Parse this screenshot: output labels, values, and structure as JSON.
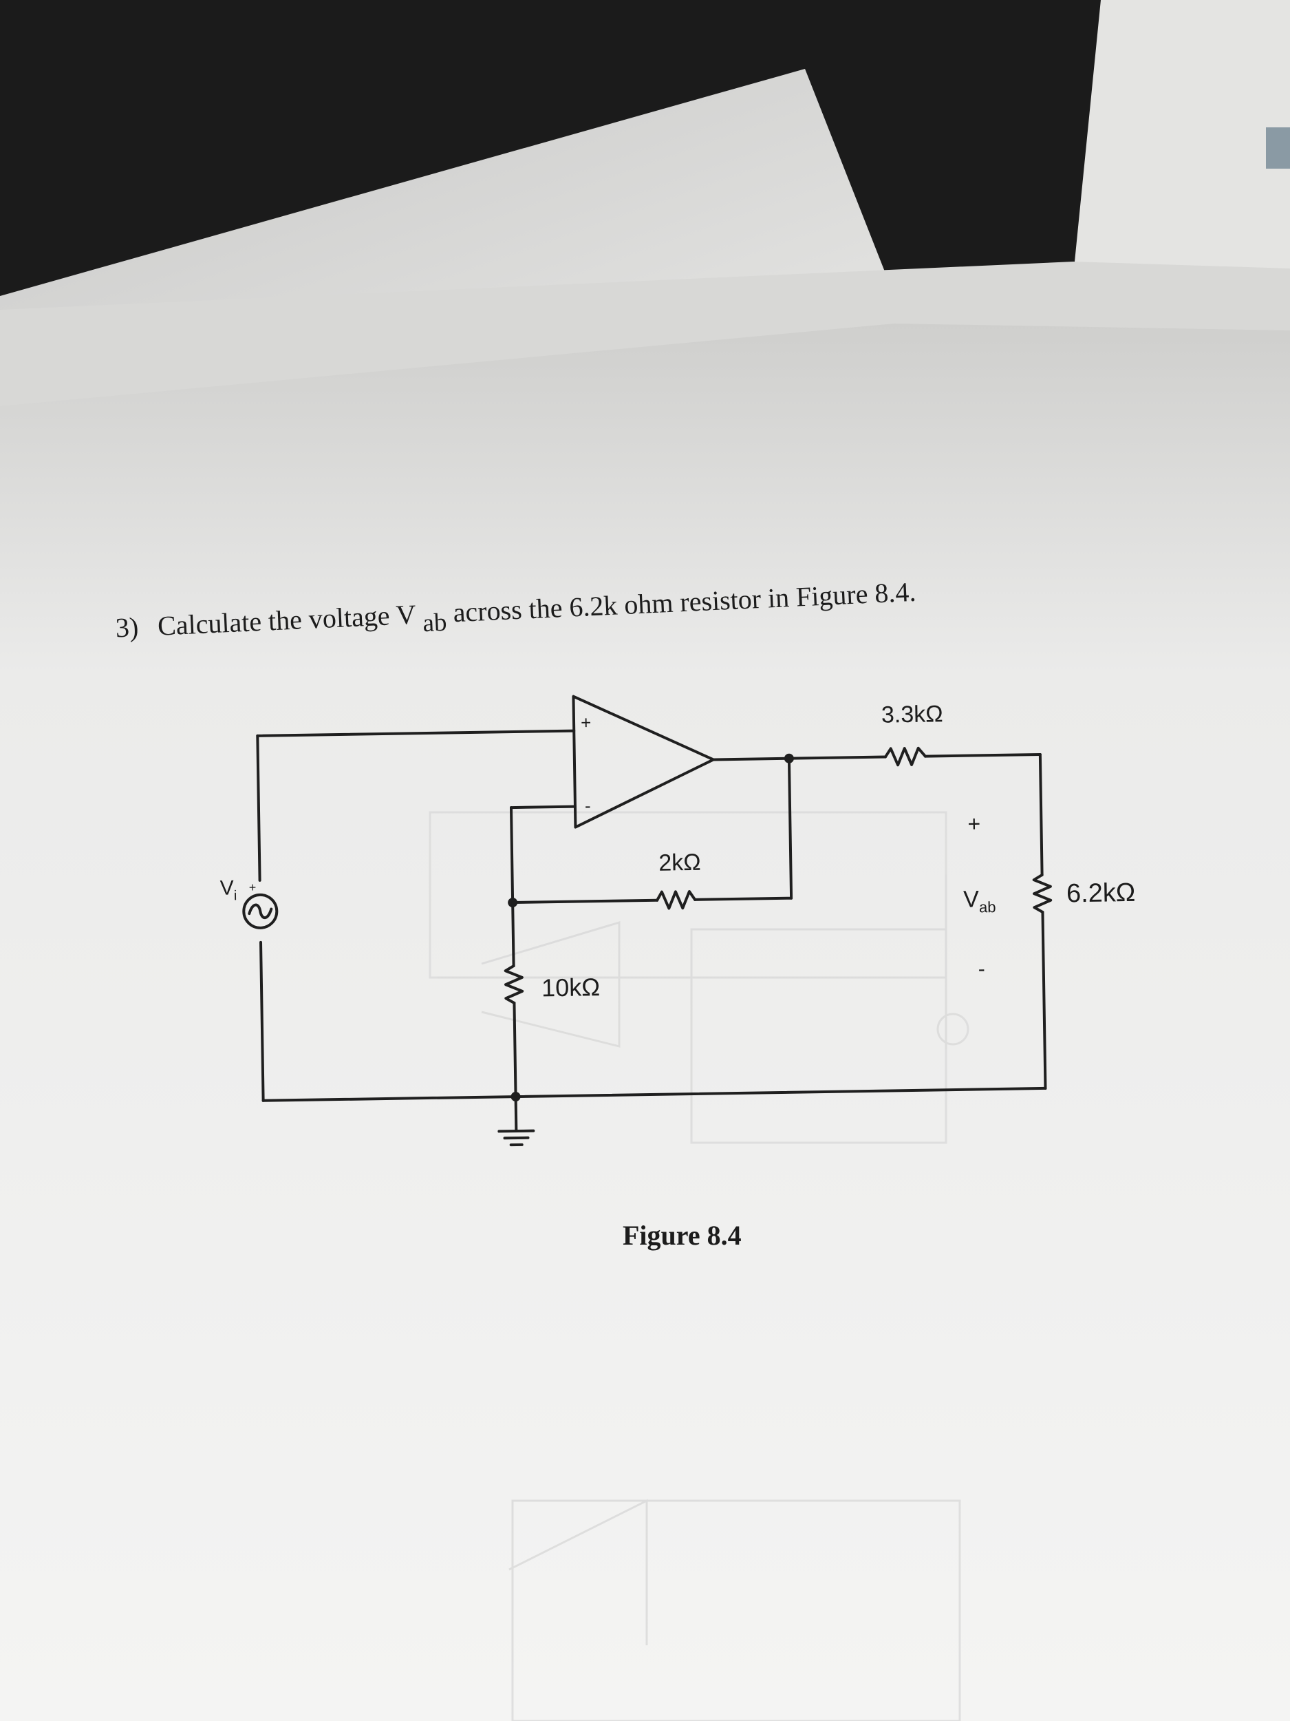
{
  "question": {
    "number": "3)",
    "text_before": "Calculate the voltage V",
    "subscript": "ab",
    "text_after": " across the 6.2k ohm resistor in Figure 8.4."
  },
  "circuit": {
    "source_label": "V",
    "source_label_sub": "i",
    "opamp_plus": "+",
    "opamp_minus": "-",
    "r_feedback": "2kΩ",
    "r_ground": "10kΩ",
    "r_series": "3.3kΩ",
    "r_load": "6.2kΩ",
    "vab_label": "V",
    "vab_label_sub": "ab",
    "vab_plus": "+",
    "vab_minus": "-"
  },
  "figure_caption": "Figure 8.4",
  "colors": {
    "paper": "#f2f2f0",
    "ink": "#1f1f1f",
    "background": "#1e1e1e"
  }
}
